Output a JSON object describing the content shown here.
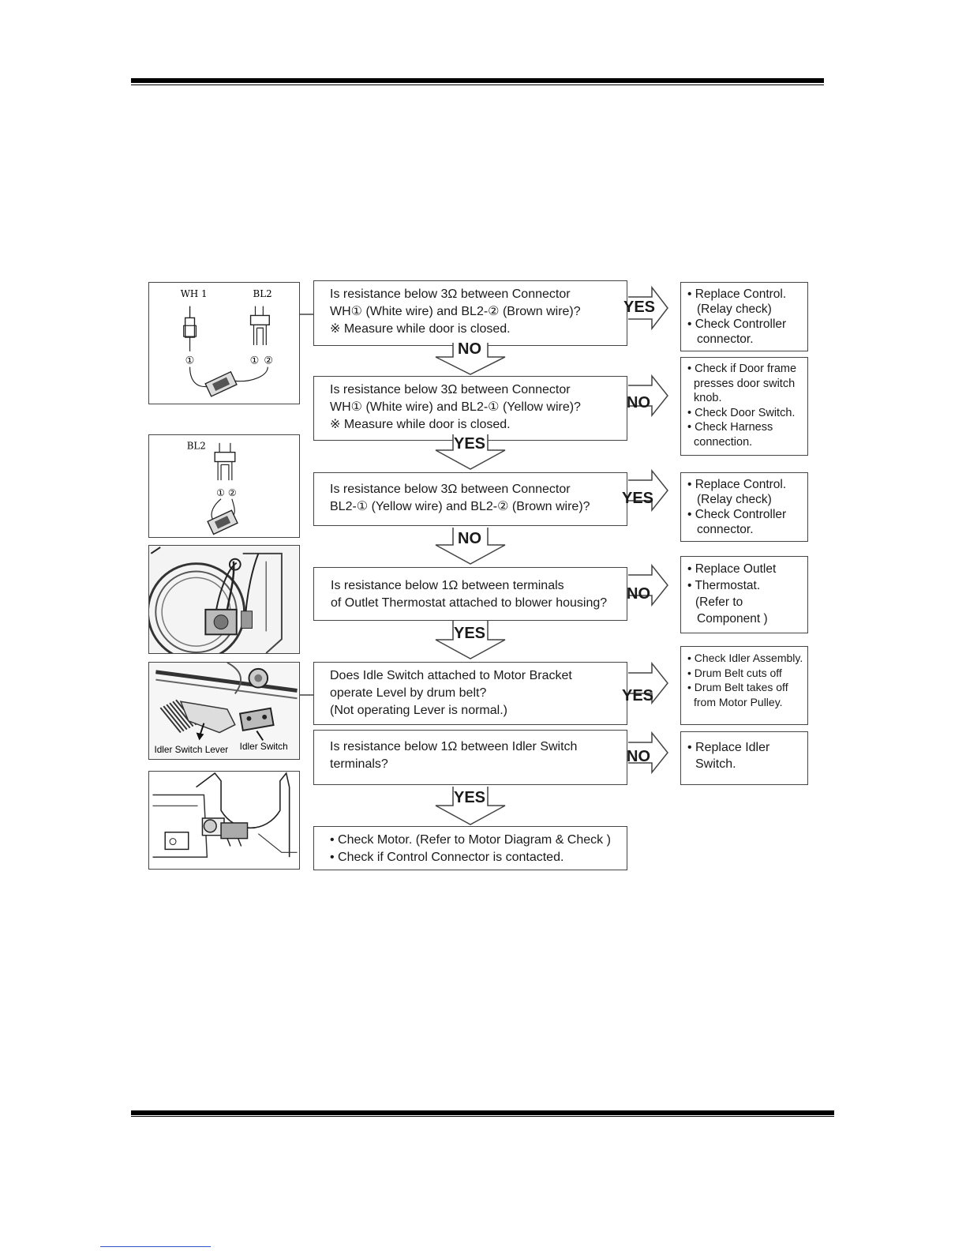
{
  "steps": [
    {
      "question": [
        "Is resistance below 3Ω between Connector",
        "WH① (White wire) and BL2-② (Brown wire)?",
        "※ Measure while door is closed."
      ],
      "side_label": "YES",
      "side_result": [
        "• Replace Control.",
        "(Relay check)",
        "• Check Controller",
        "connector."
      ],
      "down_label": "NO"
    },
    {
      "question": [
        "Is resistance below 3Ω between Connector",
        "WH① (White wire) and BL2-① (Yellow wire)?",
        "※ Measure while door is closed."
      ],
      "side_label": "NO",
      "side_result": [
        "• Check if Door frame",
        "presses door switch",
        "knob.",
        "• Check Door Switch.",
        "• Check Harness",
        "connection."
      ],
      "down_label": "YES"
    },
    {
      "question": [
        "Is resistance below 3Ω between Connector",
        "BL2-① (Yellow wire) and BL2-② (Brown wire)?"
      ],
      "side_label": "YES",
      "side_result": [
        "• Replace Control.",
        "(Relay check)",
        "• Check Controller",
        "connector."
      ],
      "down_label": "NO"
    },
    {
      "question": [
        "Is resistance below 1Ω  between terminals",
        "of Outlet Thermostat attached to blower housing?"
      ],
      "side_label": "NO",
      "side_result": [
        "• Replace Outlet",
        "• Thermostat.",
        "(Refer to",
        "Component )"
      ],
      "down_label": "YES"
    },
    {
      "question": [
        "Does Idle Switch attached to Motor Bracket",
        "operate Level by drum belt?",
        "(Not operating Lever is normal.)"
      ],
      "side_label": "YES",
      "side_result": [
        "• Check Idler Assembly.",
        "• Drum Belt cuts off",
        "• Drum Belt takes off",
        "from Motor Pulley."
      ]
    },
    {
      "question": [
        "Is resistance below 1Ω between Idler Switch",
        "terminals?"
      ],
      "side_label": "NO",
      "side_result": [
        "• Replace Idler",
        "Switch."
      ],
      "down_label": "YES"
    }
  ],
  "final_box": [
    "• Check Motor. (Refer to  Motor Diagram & Check )",
    "• Check if Control Connector is contacted."
  ],
  "figure_labels": {
    "wh1": "WH 1",
    "bl2_top": "BL2",
    "bl2_mid": "BL2",
    "pin1": "①",
    "pin1b": "①",
    "pin2": "②",
    "mid_pin1": "①",
    "mid_pin2": "②",
    "idler_switch_lever": "Idler Switch Lever",
    "idler_switch": "Idler Switch"
  }
}
